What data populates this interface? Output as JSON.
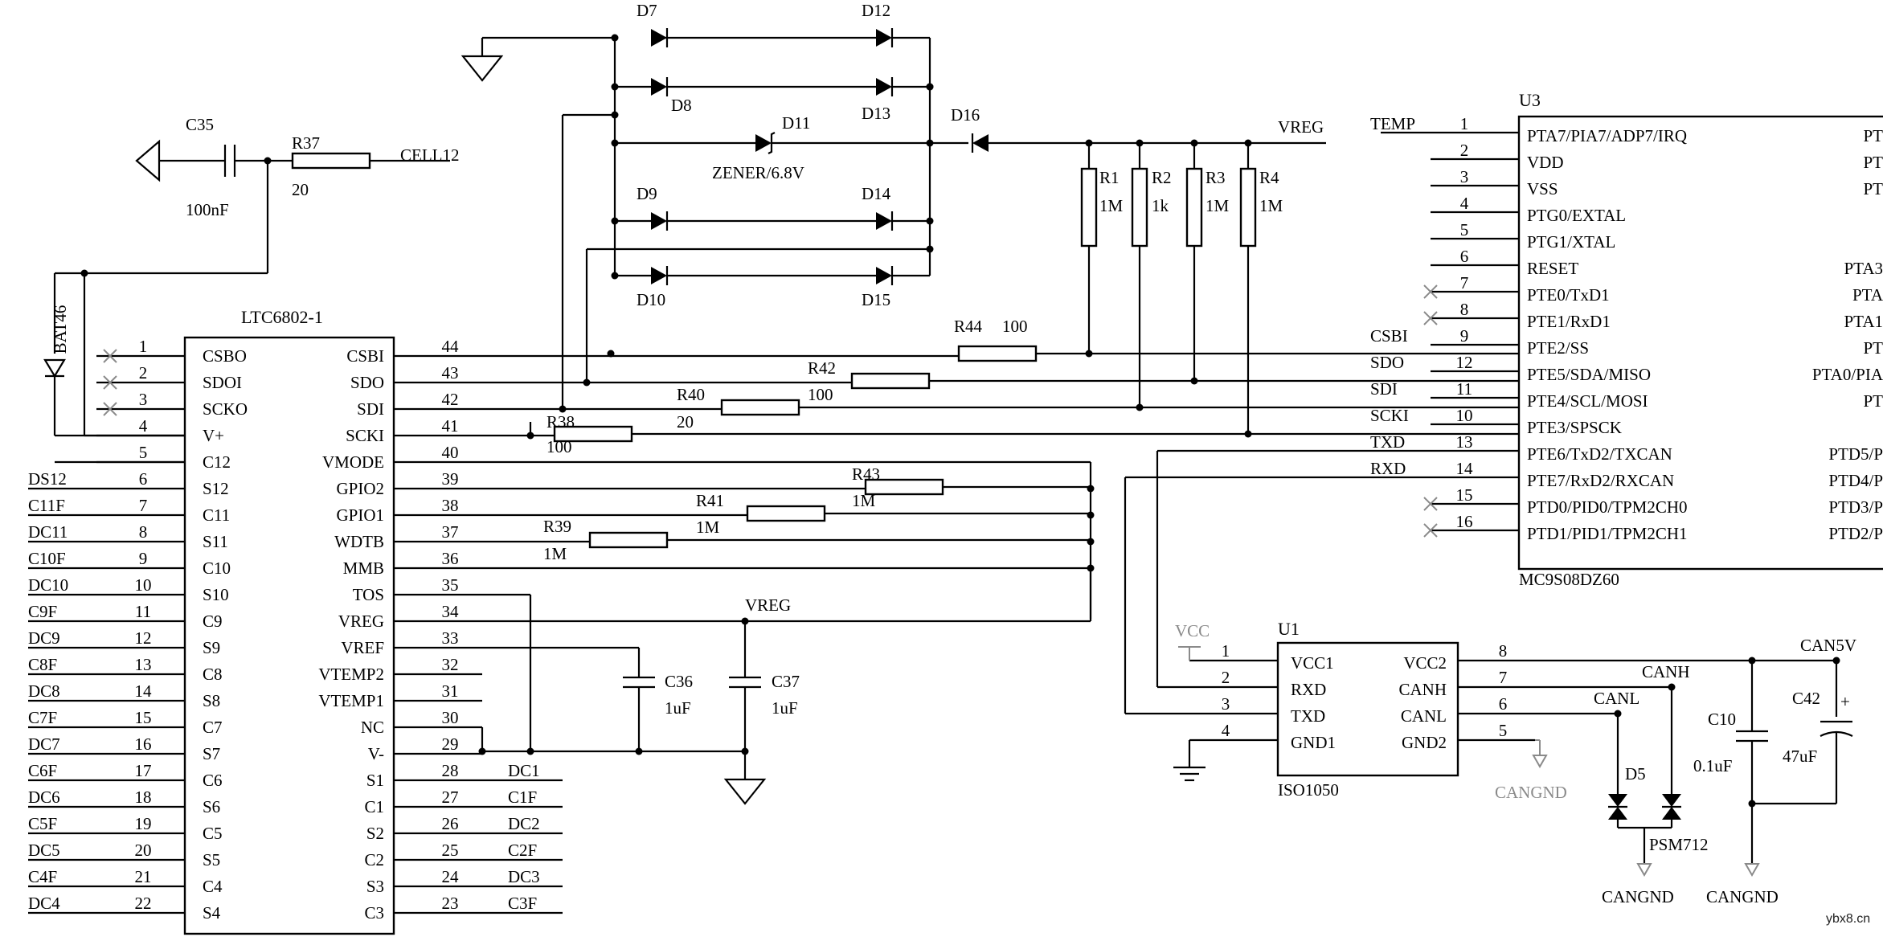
{
  "ltc6802": {
    "ref": "LTC6802-1",
    "left_pins": [
      {
        "num": "1",
        "name": "CSBO",
        "net": "",
        "nc": true
      },
      {
        "num": "2",
        "name": "SDOI",
        "net": "",
        "nc": true
      },
      {
        "num": "3",
        "name": "SCKO",
        "net": "",
        "nc": true
      },
      {
        "num": "4",
        "name": "V+",
        "net": ""
      },
      {
        "num": "5",
        "name": "C12",
        "net": ""
      },
      {
        "num": "6",
        "name": "S12",
        "net": "DS12"
      },
      {
        "num": "7",
        "name": "C11",
        "net": "C11F"
      },
      {
        "num": "8",
        "name": "S11",
        "net": "DC11"
      },
      {
        "num": "9",
        "name": "C10",
        "net": "C10F"
      },
      {
        "num": "10",
        "name": "S10",
        "net": "DC10"
      },
      {
        "num": "11",
        "name": "C9",
        "net": "C9F"
      },
      {
        "num": "12",
        "name": "S9",
        "net": "DC9"
      },
      {
        "num": "13",
        "name": "C8",
        "net": "C8F"
      },
      {
        "num": "14",
        "name": "S8",
        "net": "DC8"
      },
      {
        "num": "15",
        "name": "C7",
        "net": "C7F"
      },
      {
        "num": "16",
        "name": "S7",
        "net": "DC7"
      },
      {
        "num": "17",
        "name": "C6",
        "net": "C6F"
      },
      {
        "num": "18",
        "name": "S6",
        "net": "DC6"
      },
      {
        "num": "19",
        "name": "C5",
        "net": "C5F"
      },
      {
        "num": "20",
        "name": "S5",
        "net": "DC5"
      },
      {
        "num": "21",
        "name": "C4",
        "net": "C4F"
      },
      {
        "num": "22",
        "name": "S4",
        "net": "DC4"
      }
    ],
    "right_pins": [
      {
        "num": "44",
        "name": "CSBI",
        "net": ""
      },
      {
        "num": "43",
        "name": "SDO",
        "net": ""
      },
      {
        "num": "42",
        "name": "SDI",
        "net": ""
      },
      {
        "num": "41",
        "name": "SCKI",
        "net": ""
      },
      {
        "num": "40",
        "name": "VMODE",
        "net": ""
      },
      {
        "num": "39",
        "name": "GPIO2",
        "net": ""
      },
      {
        "num": "38",
        "name": "GPIO1",
        "net": ""
      },
      {
        "num": "37",
        "name": "WDTB",
        "net": ""
      },
      {
        "num": "36",
        "name": "MMB",
        "net": ""
      },
      {
        "num": "35",
        "name": "TOS",
        "net": ""
      },
      {
        "num": "34",
        "name": "VREG",
        "net": ""
      },
      {
        "num": "33",
        "name": "VREF",
        "net": ""
      },
      {
        "num": "32",
        "name": "VTEMP2",
        "net": ""
      },
      {
        "num": "31",
        "name": "VTEMP1",
        "net": ""
      },
      {
        "num": "30",
        "name": "NC",
        "net": ""
      },
      {
        "num": "29",
        "name": "V-",
        "net": ""
      },
      {
        "num": "28",
        "name": "S1",
        "net": "DC1"
      },
      {
        "num": "27",
        "name": "C1",
        "net": "C1F"
      },
      {
        "num": "26",
        "name": "S2",
        "net": "DC2"
      },
      {
        "num": "25",
        "name": "C2",
        "net": "C2F"
      },
      {
        "num": "24",
        "name": "S3",
        "net": "DC3"
      },
      {
        "num": "23",
        "name": "C3",
        "net": "C3F"
      }
    ]
  },
  "u3": {
    "ref": "U3",
    "part": "MC9S08DZ60",
    "left_pins": [
      {
        "num": "1",
        "name": "PTA7/PIA7/ADP7/IRQ",
        "net": "TEMP"
      },
      {
        "num": "2",
        "name": "VDD",
        "net": ""
      },
      {
        "num": "3",
        "name": "VSS",
        "net": ""
      },
      {
        "num": "4",
        "name": "PTG0/EXTAL",
        "net": ""
      },
      {
        "num": "5",
        "name": "PTG1/XTAL",
        "net": ""
      },
      {
        "num": "6",
        "name": "RESET",
        "net": ""
      },
      {
        "num": "7",
        "name": "PTE0/TxD1",
        "net": "",
        "nc": true
      },
      {
        "num": "8",
        "name": "PTE1/RxD1",
        "net": "",
        "nc": true
      },
      {
        "num": "9",
        "name": "PTE2/SS",
        "net": "CSBI"
      },
      {
        "num": "12",
        "name": "PTE5/SDA/MISO",
        "net": "SDO"
      },
      {
        "num": "11",
        "name": "PTE4/SCL/MOSI",
        "net": "SDI"
      },
      {
        "num": "10",
        "name": "PTE3/SPSCK",
        "net": "SCKI"
      },
      {
        "num": "13",
        "name": "PTE6/TxD2/TXCAN",
        "net": "TXD"
      },
      {
        "num": "14",
        "name": "PTE7/RxD2/RXCAN",
        "net": "RXD"
      },
      {
        "num": "15",
        "name": "PTD0/PID0/TPM2CH0",
        "net": "",
        "nc": true
      },
      {
        "num": "16",
        "name": "PTD1/PID1/TPM2CH1",
        "net": "",
        "nc": true
      }
    ],
    "right_names": [
      "PT",
      "PT",
      "PT",
      "",
      "",
      "PTA3",
      "PTA",
      "PTA1",
      "PT",
      "PTA0/PIA",
      "PT",
      "",
      "PTD5/P",
      "PTD4/P",
      "PTD3/P",
      "PTD2/P"
    ]
  },
  "u1": {
    "ref": "U1",
    "part": "ISO1050",
    "left_pins": [
      {
        "num": "1",
        "name": "VCC1"
      },
      {
        "num": "2",
        "name": "RXD"
      },
      {
        "num": "3",
        "name": "TXD"
      },
      {
        "num": "4",
        "name": "GND1"
      }
    ],
    "right_pins": [
      {
        "num": "8",
        "name": "VCC2"
      },
      {
        "num": "7",
        "name": "CANH"
      },
      {
        "num": "6",
        "name": "CANL"
      },
      {
        "num": "5",
        "name": "GND2"
      }
    ]
  },
  "labels": {
    "c35": "C35",
    "c35_val": "100nF",
    "r37": "R37",
    "r37_val": "20",
    "cell12": "CELL12",
    "bat46": "BAT46",
    "d7": "D7",
    "d8": "D8",
    "d9": "D9",
    "d10": "D10",
    "d11": "D11",
    "zener": "ZENER/6.8V",
    "d12": "D12",
    "d13": "D13",
    "d14": "D14",
    "d15": "D15",
    "d16": "D16",
    "vreg_top": "VREG",
    "r1": "R1",
    "r1_val": "1M",
    "r2": "R2",
    "r2_val": "1k",
    "r3": "R3",
    "r3_val": "1M",
    "r4": "R4",
    "r4_val": "1M",
    "r44": "R44",
    "r44_val": "100",
    "r42": "R42",
    "r42_val": "100",
    "r40": "R40",
    "r40_val": "20",
    "r38": "R38",
    "r38_val": "100",
    "r43": "R43",
    "r43_val": "1M",
    "r41": "R41",
    "r41_val": "1M",
    "r39": "R39",
    "r39_val": "1M",
    "vreg_mid": "VREG",
    "c36": "C36",
    "c36_val": "1uF",
    "c37": "C37",
    "c37_val": "1uF",
    "vcc": "VCC",
    "can5v": "CAN5V",
    "canh": "CANH",
    "canl": "CANL",
    "c10": "C10",
    "c10_val": "0.1uF",
    "c42": "C42",
    "c42_val": "47uF",
    "c42_plus": "+",
    "d5": "D5",
    "psm712": "PSM712",
    "cangnd1": "CANGND",
    "cangnd2": "CANGND",
    "cangnd3": "CANGND",
    "watermark": "ybx8.cn"
  }
}
